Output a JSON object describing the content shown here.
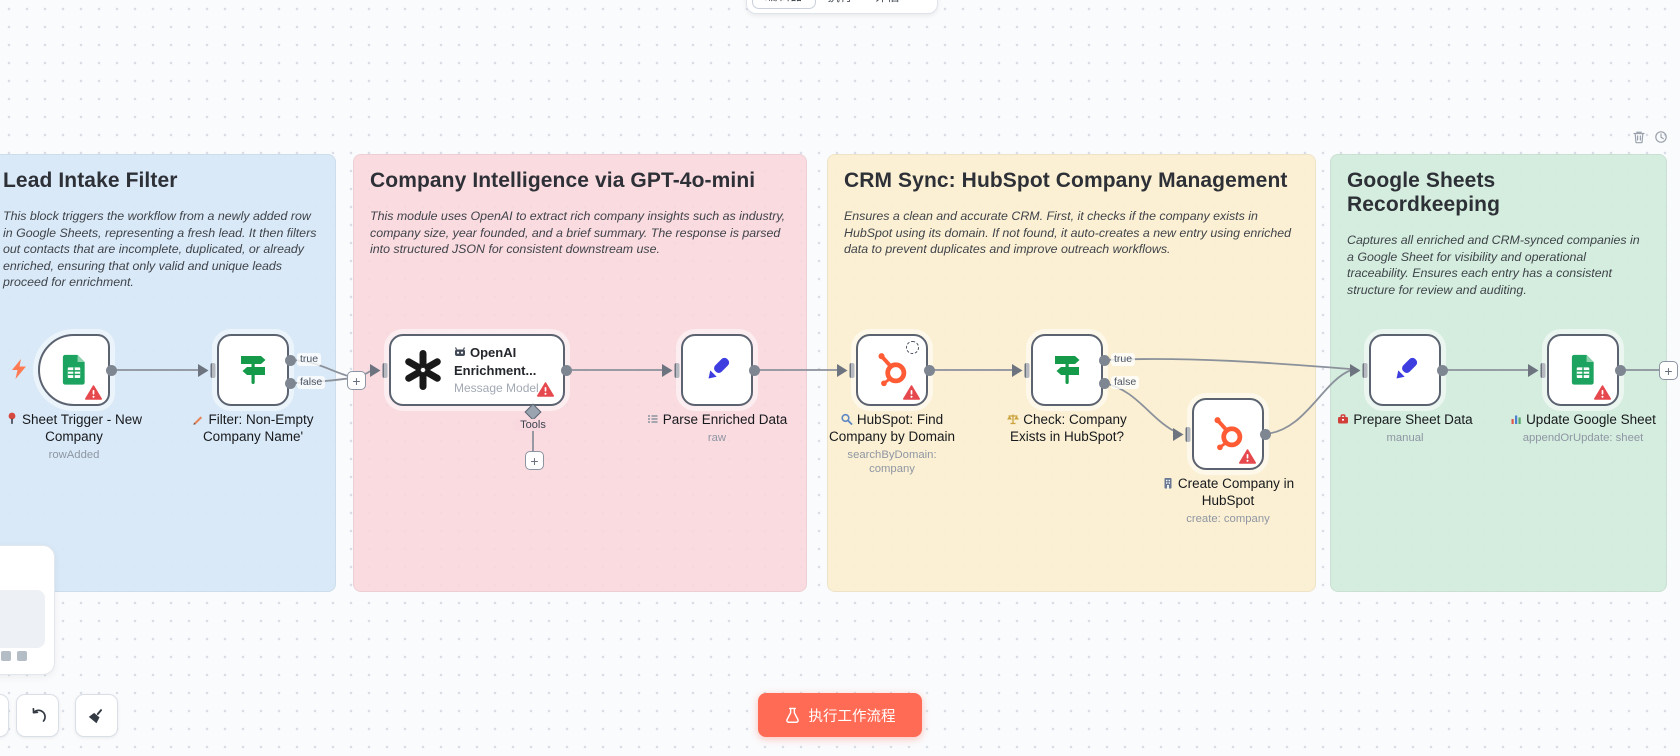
{
  "tabs": {
    "editor": "编辑器",
    "executions": "执行",
    "evaluations": "评估"
  },
  "sticky_notes": [
    {
      "title": "Lead Intake Filter",
      "description": "This block triggers the workflow from a newly added row in Google Sheets, representing a fresh lead. It then filters out contacts that are incomplete, duplicated, or already enriched, ensuring that only valid and unique leads proceed for enrichment.",
      "color": "#d6e7f6"
    },
    {
      "title": "Company Intelligence via GPT-4o-mini",
      "description": "This module uses OpenAI to extract rich company insights such as industry, company size, year founded, and a brief summary. The response is parsed into structured JSON for consistent downstream use.",
      "color": "#f9d8dd"
    },
    {
      "title": "CRM Sync: HubSpot Company Management",
      "description": "Ensures a clean and accurate CRM. First, it checks if the company exists in HubSpot using its domain. If not found, it auto-creates a new entry using enriched data to prevent duplicates and improve outreach workflows.",
      "color": "#fbefcf"
    },
    {
      "title": "Google Sheets Recordkeeping",
      "description": "Captures all enriched and CRM-synced companies in a Google Sheet for visibility and operational traceability. Ensures each entry has a consistent structure for review and auditing.",
      "color": "#d0ecdb"
    }
  ],
  "nodes": {
    "sheet_trigger": {
      "label": "Sheet Trigger - New Company",
      "subtitle": "rowAdded"
    },
    "filter": {
      "label": "Filter: Non-Empty Company Name'"
    },
    "openai": {
      "label": "OpenAI Enrichment...",
      "subtitle": "Message Model",
      "tools_label": "Tools"
    },
    "parse": {
      "label": "Parse Enriched Data",
      "subtitle": "raw"
    },
    "hubspot_find": {
      "label": "HubSpot: Find Company by Domain",
      "subtitle": "searchByDomain: company"
    },
    "check_exists": {
      "label": "Check: Company Exists in HubSpot?"
    },
    "hubspot_create": {
      "label": "Create Company in HubSpot",
      "subtitle": "create: company"
    },
    "prepare_sheet": {
      "label": "Prepare Sheet Data",
      "subtitle": "manual"
    },
    "update_sheet": {
      "label": "Update Google Sheet",
      "subtitle": "appendOrUpdate: sheet"
    }
  },
  "ports": {
    "true_label": "true",
    "false_label": "false"
  },
  "buttons": {
    "execute": "执行工作流程"
  },
  "symbols": {
    "plus": "+"
  },
  "colors": {
    "accent": "#ff6b55",
    "hubspot": "#ff5c35",
    "sheets_green": "#1ca35f",
    "set_node_blue": "#3d3de0",
    "if_node_green": "#149a48",
    "warning_red": "#e5484d"
  }
}
